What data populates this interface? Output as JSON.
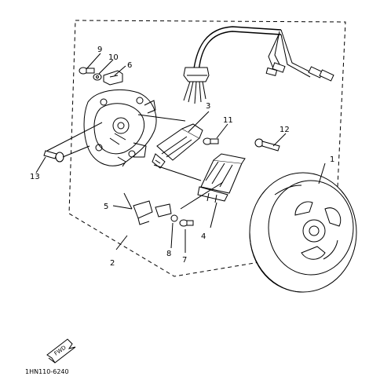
{
  "callouts": [
    "1",
    "2",
    "3",
    "4",
    "5",
    "6",
    "7",
    "8",
    "9",
    "10",
    "11",
    "12",
    "13"
  ],
  "fwd_label": "FWD",
  "part_code": "1HN110-6240"
}
